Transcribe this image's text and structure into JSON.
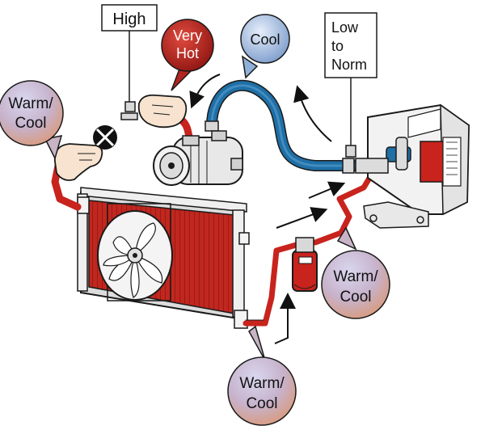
{
  "labels": {
    "high": "High",
    "very_hot": [
      "Very",
      "Hot"
    ],
    "cool": "Cool",
    "low_to_norm": [
      "Low",
      "to",
      "Norm"
    ],
    "warm_cool_left": [
      "Warm/",
      "Cool"
    ],
    "warm_cool_right": [
      "Warm/",
      "Cool"
    ],
    "warm_cool_bottom": [
      "Warm/",
      "Cool"
    ]
  },
  "colors": {
    "hot_line": "#c8231d",
    "cool_line": "#1f6fa6",
    "very_hot_bubble": "#b52420",
    "cool_bubble": "#8fb0d8",
    "warm_cool_bubble_top": "#b7b4d8",
    "warm_cool_bubble_bottom": "#d8a48c",
    "condenser": "#c0271f",
    "metal": "#e6e6e6",
    "outline": "#1a1a1a"
  },
  "icons": [
    "pressure-gauge-icon",
    "hand-icon",
    "arrow-icon",
    "shutoff-valve-icon"
  ]
}
